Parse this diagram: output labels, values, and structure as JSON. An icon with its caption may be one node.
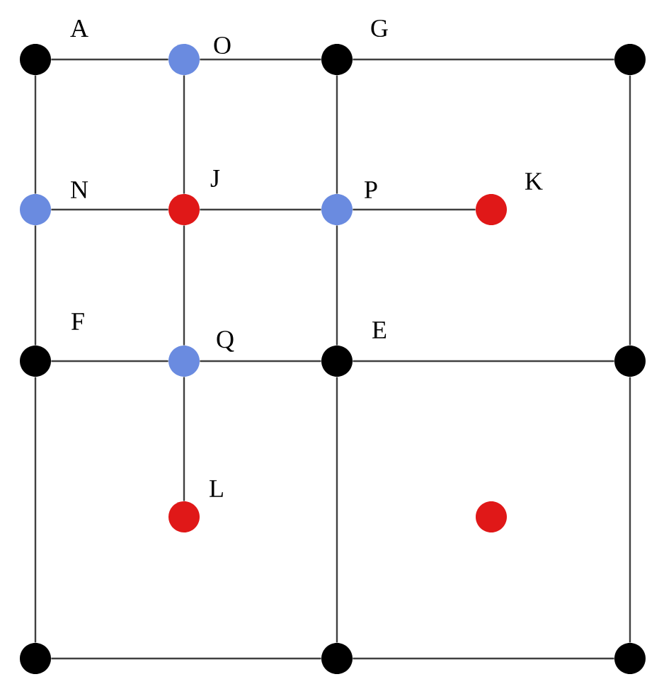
{
  "diagram": {
    "nodes": [
      {
        "text": [],
        "shape": "circle",
        "beside": [
          "A"
        ]
      },
      {
        "text": [],
        "shape": "circle",
        "beside": [
          "O"
        ]
      },
      {
        "text": [],
        "shape": "circle",
        "beside": [
          "G"
        ]
      },
      {
        "text": [],
        "shape": "circle"
      },
      {
        "text": [],
        "shape": "circle",
        "beside": [
          "N"
        ]
      },
      {
        "text": [],
        "shape": "circle",
        "beside": [
          "J"
        ]
      },
      {
        "text": [],
        "shape": "circle",
        "beside": [
          "P"
        ]
      },
      {
        "text": [],
        "shape": "circle",
        "beside": [
          "K"
        ]
      },
      {
        "text": [],
        "shape": "circle",
        "beside": [
          "F"
        ]
      },
      {
        "text": [],
        "shape": "circle",
        "beside": [
          "Q"
        ]
      },
      {
        "text": [],
        "shape": "circle",
        "beside": [
          "E"
        ]
      },
      {
        "text": [],
        "shape": "circle"
      },
      {
        "text": [],
        "shape": "circle",
        "beside": [
          "L"
        ]
      },
      {
        "text": [],
        "shape": "circle"
      },
      {
        "text": [],
        "shape": "circle"
      },
      {
        "text": [],
        "shape": "circle"
      },
      {
        "text": [],
        "shape": "circle"
      }
    ],
    "edges": [
      {
        "from": 0,
        "to": 1,
        "arrow": "none"
      },
      {
        "from": 1,
        "to": 2,
        "arrow": "none"
      },
      {
        "from": 2,
        "to": 3,
        "arrow": "none"
      },
      {
        "from": 4,
        "to": 5,
        "arrow": "none"
      },
      {
        "from": 5,
        "to": 6,
        "arrow": "none"
      },
      {
        "from": 6,
        "to": 7,
        "arrow": "none"
      },
      {
        "from": 8,
        "to": 9,
        "arrow": "none"
      },
      {
        "from": 9,
        "to": 10,
        "arrow": "none"
      },
      {
        "from": 10,
        "to": 11,
        "arrow": "none"
      },
      {
        "from": 14,
        "to": 15,
        "arrow": "none"
      },
      {
        "from": 15,
        "to": 16,
        "arrow": "none"
      },
      {
        "from": 0,
        "to": 4,
        "arrow": "none"
      },
      {
        "from": 4,
        "to": 8,
        "arrow": "none"
      },
      {
        "from": 8,
        "to": 14,
        "arrow": "none"
      },
      {
        "from": 1,
        "to": 5,
        "arrow": "none"
      },
      {
        "from": 5,
        "to": 9,
        "arrow": "none"
      },
      {
        "from": 9,
        "to": 12,
        "arrow": "none"
      },
      {
        "from": 2,
        "to": 6,
        "arrow": "none"
      },
      {
        "from": 6,
        "to": 10,
        "arrow": "none"
      },
      {
        "from": 10,
        "to": 15,
        "arrow": "none"
      },
      {
        "from": 3,
        "to": 11,
        "arrow": "none"
      },
      {
        "from": 11,
        "to": 16,
        "arrow": "none"
      }
    ]
  }
}
